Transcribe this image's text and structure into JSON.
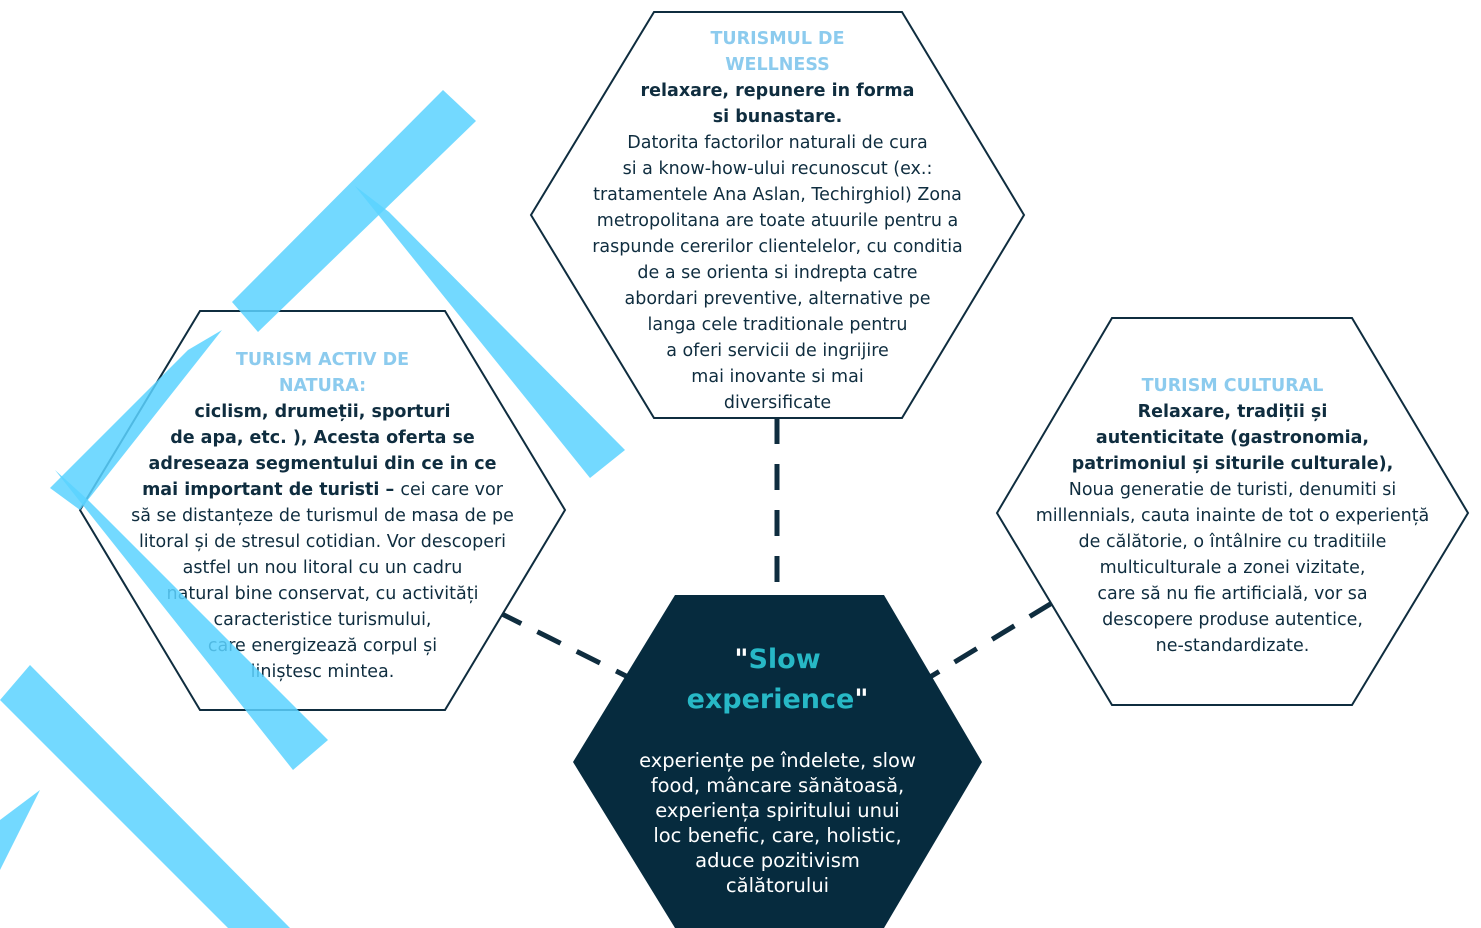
{
  "colors": {
    "outline": "#0f2d3f",
    "title_blue": "#8ccbee",
    "center_fill": "#062b3e",
    "center_accent": "#27b8c6",
    "decoration": "#5ad2ff"
  },
  "wellness": {
    "title": [
      "TURISMUL DE",
      "WELLNESS"
    ],
    "bold": [
      "relaxare, repunere in forma",
      "si bunastare."
    ],
    "body": [
      "Datorita factorilor naturali de cura",
      "si a know-how-ului recunoscut (ex.:",
      "tratamentele Ana Aslan, Techirghiol) Zona",
      "metropolitana are toate atuurile pentru a",
      "raspunde cererilor clientelelor, cu conditia",
      "de a se orienta si indrepta catre",
      "abordari preventive, alternative  pe",
      "langa cele traditionale pentru",
      "a oferi servicii de ingrijire",
      "mai inovante si mai",
      "diversificate"
    ]
  },
  "activ": {
    "title": [
      "TURISM ACTIV DE",
      "NATURA:"
    ],
    "bold": [
      "ciclism, drumeții, sporturi",
      "de apa, etc. ), Acesta oferta se",
      "adreseaza segmentului din ce in ce"
    ],
    "mixed_bold": "mai important de turisti – ",
    "mixed_normal": "cei care vor",
    "body": [
      "să se distanțeze de turismul de masa de pe",
      "litoral și de stresul cotidian. Vor descoperi",
      "astfel un nou litoral cu un cadru",
      "natural bine conservat, cu activități",
      "caracteristice turismului,",
      "care energizează corpul și",
      "liniștesc mintea."
    ]
  },
  "cultural": {
    "title": [
      "TURISM CULTURAL"
    ],
    "bold": [
      "Relaxare, tradiții și",
      "autenticitate (gastronomia,",
      "patrimoniul și siturile culturale),"
    ],
    "body": [
      "Noua generatie de turisti, denumiti si",
      "millennials, cauta inainte de tot o experiență",
      "de călătorie, o întâlnire cu traditiile",
      "multiculturale a zonei vizitate,",
      "care să nu fie artificială, vor sa",
      "descopere produse autentice,",
      "ne-standardizate."
    ]
  },
  "center": {
    "quote_open": "\"",
    "title_word1": "Slow",
    "title_word2": "experience",
    "quote_close": "\"",
    "body": [
      "experiențe pe îndelete, slow",
      "food, mâncare sănătoasă,",
      "experiența spiritului unui",
      "loc benefic, care, holistic,",
      "aduce pozitivism",
      "călătorului"
    ]
  }
}
